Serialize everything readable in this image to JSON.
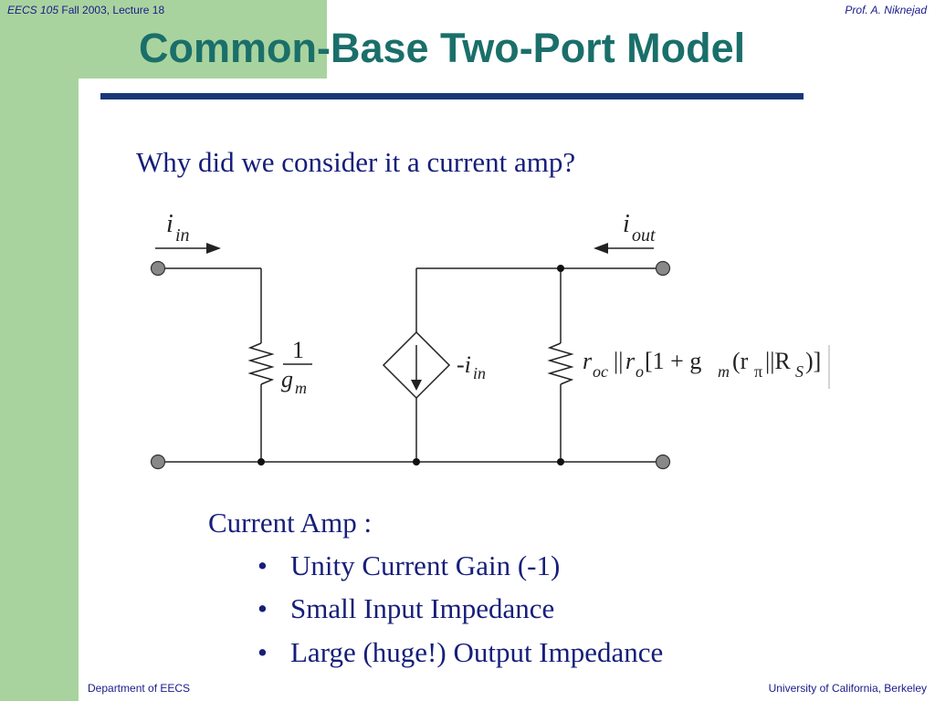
{
  "header": {
    "course_italic": "EECS 105",
    "course_rest": " Fall 2003, Lecture 18",
    "author": "Prof. A. Niknejad"
  },
  "slide": {
    "title": "Common-Base Two-Port Model",
    "question": "Why did we consider it a current amp?"
  },
  "circuit": {
    "input_current_label": "i",
    "input_current_sub": "in",
    "output_current_label": "i",
    "output_current_sub": "out",
    "input_resistor_num": "1",
    "input_resistor_den": "g",
    "input_resistor_den_sub": "m",
    "source_label": "-i",
    "source_label_sub": "in",
    "output_resistance_expr": "r",
    "output_resistance_parts": [
      "oc",
      "||",
      "r",
      "o",
      "[1 + g",
      "m",
      "(r",
      "π",
      "||R",
      "S",
      ")]"
    ]
  },
  "summary": {
    "heading": "Current Amp :",
    "bullets": [
      "Unity Current Gain (-1)",
      "Small Input Impedance",
      "Large (huge!) Output Impedance"
    ]
  },
  "footer": {
    "left": "Department of EECS",
    "right": "University of California, Berkeley"
  },
  "colors": {
    "title": "#1a6f6a",
    "rule": "#1a3778",
    "body_text": "#161e7a",
    "sidebar": "#a9d39e"
  }
}
